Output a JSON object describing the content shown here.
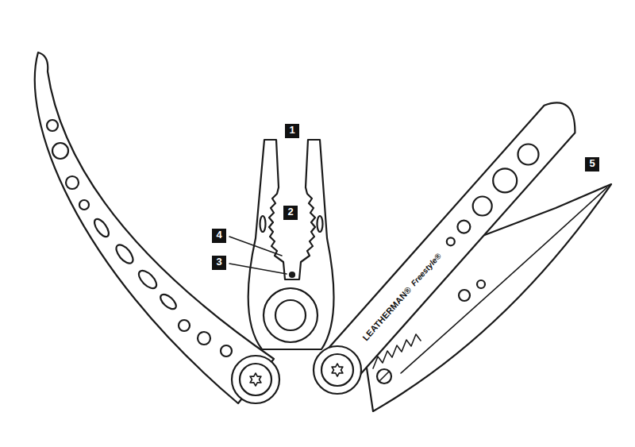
{
  "diagram": {
    "labels": [
      "1",
      "2",
      "3",
      "4",
      "5",
      "LEATHERMAN®",
      "Freestyle®"
    ]
  }
}
